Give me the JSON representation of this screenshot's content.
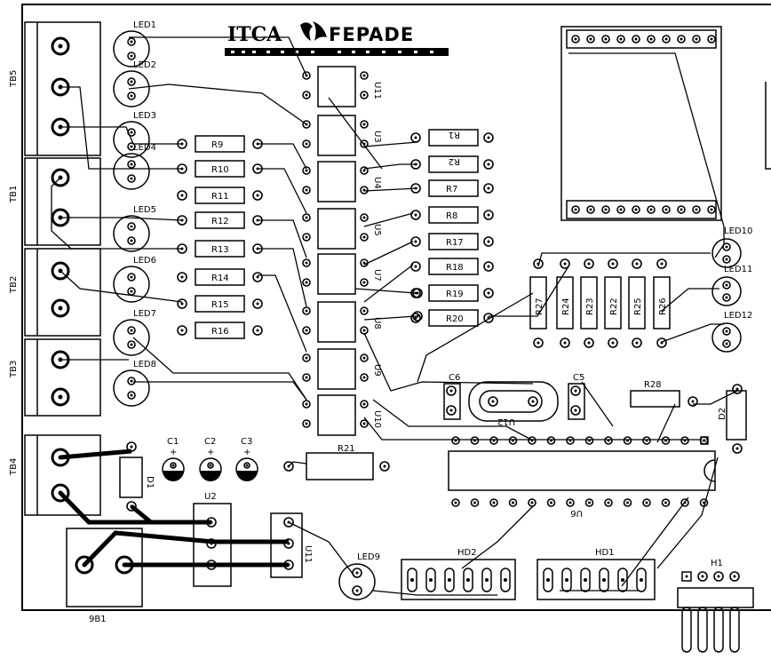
{
  "logo": {
    "left": "ITCA",
    "right": "FEPADE"
  },
  "terminal_blocks": [
    "TB5",
    "TB1",
    "TB2",
    "TB3",
    "TB4"
  ],
  "leds_left": [
    "LED1",
    "LED2",
    "LED3",
    "LED4",
    "LED5",
    "LED6",
    "LED7",
    "LED8"
  ],
  "resistors_left": [
    "R9",
    "R10",
    "R11",
    "R12",
    "R13",
    "R14",
    "R15",
    "R16"
  ],
  "resistors_mid": [
    "R1",
    "R2",
    "R7",
    "R8",
    "R17",
    "R18",
    "R19",
    "R20"
  ],
  "resistors_vertical": [
    "R27",
    "R24",
    "R23",
    "R22",
    "R25",
    "R26"
  ],
  "leds_right": [
    "LED10",
    "LED11",
    "LED12"
  ],
  "opto_labels": [
    "U11",
    "U3",
    "U4",
    "U5",
    "U7",
    "U8",
    "U9",
    "U10"
  ],
  "caps": [
    "C1",
    "C2",
    "C3"
  ],
  "other": {
    "r21": "R21",
    "r28": "R28",
    "c6": "C6",
    "c5": "C5",
    "u12": "U12",
    "d2": "D2",
    "d1": "D1",
    "u2": "U2",
    "u11": "U11",
    "led9": "LED9",
    "hd2": "HD2",
    "hd1": "HD1",
    "h1": "H1",
    "u6": "U6",
    "sb1": "9B1"
  }
}
